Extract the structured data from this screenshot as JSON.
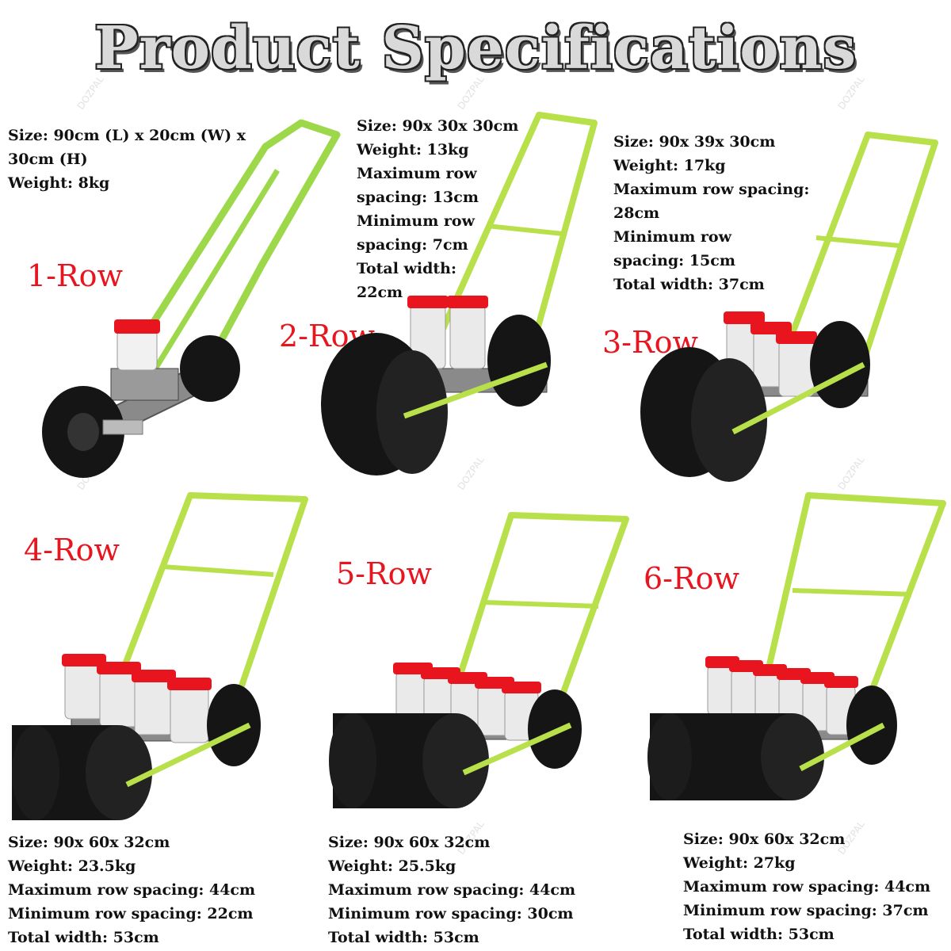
{
  "title": "Product Specifications",
  "watermark": "DOZPAL",
  "colors": {
    "frame": "#b8e04a",
    "wheel": "#151515",
    "hopper_lid": "#e8141e",
    "label": "#e8141e"
  },
  "products": [
    {
      "label": "1-Row",
      "specs": [
        "Size: 90cm (L) x 20cm (W) x",
        "30cm (H)",
        "Weight: 8kg"
      ]
    },
    {
      "label": "2-Row",
      "specs": [
        "Size: 90x 30x 30cm",
        "Weight: 13kg",
        "Maximum row",
        "spacing: 13cm",
        "Minimum row",
        "spacing: 7cm",
        "Total width:",
        "22cm"
      ]
    },
    {
      "label": "3-Row",
      "specs": [
        "Size: 90x 39x 30cm",
        "Weight: 17kg",
        "Maximum row spacing:",
        "28cm",
        "Minimum row",
        "spacing: 15cm",
        "Total width: 37cm"
      ]
    },
    {
      "label": "4-Row",
      "specs": [
        "Size: 90x 60x 32cm",
        "Weight: 23.5kg",
        "Maximum row spacing: 44cm",
        "Minimum row spacing: 22cm",
        "Total width: 53cm"
      ]
    },
    {
      "label": "5-Row",
      "specs": [
        "Size: 90x 60x 32cm",
        "Weight: 25.5kg",
        "Maximum row spacing: 44cm",
        "Minimum row spacing: 30cm",
        "Total width: 53cm"
      ]
    },
    {
      "label": "6-Row",
      "specs": [
        "Size: 90x 60x 32cm",
        "Weight: 27kg",
        "Maximum row spacing: 44cm",
        "Minimum row spacing: 37cm",
        "Total width: 53cm"
      ]
    }
  ]
}
